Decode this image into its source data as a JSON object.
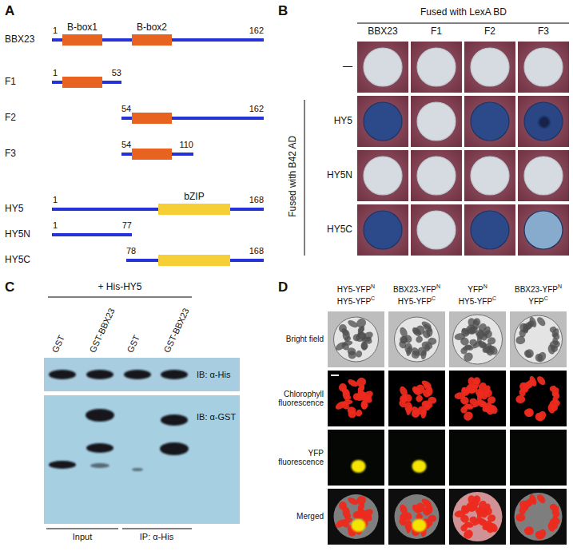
{
  "diagram": {
    "nodes": [
      {
        "text": [
          "B-box1"
        ]
      },
      {
        "text": [
          "B-box2"
        ]
      },
      {
        "text": [
          "bZIP"
        ]
      }
    ],
    "labels": [
      "A",
      "BBX23",
      "1",
      "162",
      "F1",
      "1",
      "53",
      "F2",
      "54",
      "162",
      "F3",
      "54",
      "110",
      "HY5",
      "1",
      "168",
      "HY5N",
      "1",
      "77",
      "HY5C",
      "78",
      "168",
      "B",
      "Fused with LexA BD",
      "BBX23",
      "F1",
      "F2",
      "F3",
      "Fused with B42 AD",
      "—",
      "HY5",
      "HY5N",
      "HY5C",
      "C",
      "+ His-HY5",
      "GST",
      "GST-BBX23",
      "GST",
      "GST-BBX23",
      "IB: α-His",
      "IB: α-GST",
      "Input",
      "IP: α-His",
      "D",
      "HY5-YFP",
      "N",
      "HY5-YFP",
      "C",
      "BBX23-YFP",
      "N",
      "HY5-YFP",
      "C",
      "YFP",
      "N",
      "HY5-YFP",
      "C",
      "BBX23-YFP",
      "N",
      "YFP",
      "C",
      "Bright field",
      "Chlorophyll fluorescence",
      "YFP fluorescence",
      "Merged"
    ]
  }
}
